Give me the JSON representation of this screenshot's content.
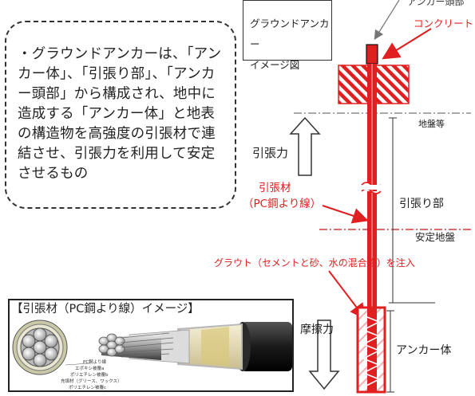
{
  "bubble": {
    "text": "・グラウンドアンカーは、「アンカー体」、「引張り部」、「アンカー頭部」から構成され、地中に造成する「アンカー体」と地表の構造物を高強度の引張材で連結させ、引張力を利用して安定させるもの"
  },
  "title_box": {
    "line1": "グラウンドアンカー",
    "line2": "イメージ図"
  },
  "labels": {
    "anchor_head": "アンカー頭部",
    "concrete": "コンクリート",
    "ground_level": "地盤等",
    "tension_force": "引張力",
    "tendon": "引張材",
    "tendon_sub": "（PC鋼より線）",
    "free_length": "引張り部",
    "stable_ground": "安定地盤",
    "grout": "グラウト（セメントと砂、水の混合物）を注入",
    "friction": "摩擦力",
    "anchor_body": "アンカー体"
  },
  "cable": {
    "title": "【引張材（PC鋼より線）イメージ】",
    "parts": [
      "PC鋼より線",
      "エポキシ被覆a",
      "ポリエチレン被覆b",
      "充填材（グリース、ワックス）",
      "ポリエチレン被覆c"
    ]
  },
  "colors": {
    "accent_red": "#e02020",
    "hatch_red": "#e02020"
  }
}
